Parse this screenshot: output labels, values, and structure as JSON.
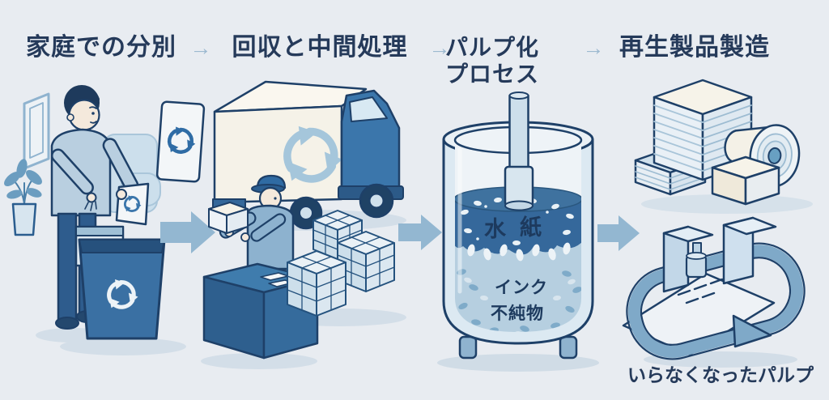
{
  "flow": {
    "steps": [
      {
        "label": "家庭での分別"
      },
      {
        "label": "回収と中間処理"
      },
      {
        "label_line1": "パルプ化",
        "label_line2": "プロセス"
      },
      {
        "label": "再生製品製造"
      }
    ],
    "arrow_glyph": "→"
  },
  "tank": {
    "water": "水",
    "paper": "紙",
    "ink": "インク",
    "impurities": "不純物"
  },
  "caption": {
    "unneeded_pulp": "いらなくなったパルプ"
  },
  "colors": {
    "background": "#e8ecf1",
    "heading_text": "#253a5a",
    "outline_navy": "#1e4068",
    "flow_arrow": "#93b7d1",
    "heading_arrow": "#9cb9d0",
    "mid_blue": "#3b76ab",
    "light_blue": "#c9dcea",
    "cream": "#f5f2e8",
    "slurry_dark": "#35689b",
    "slurry_light": "#b6cfe0"
  }
}
